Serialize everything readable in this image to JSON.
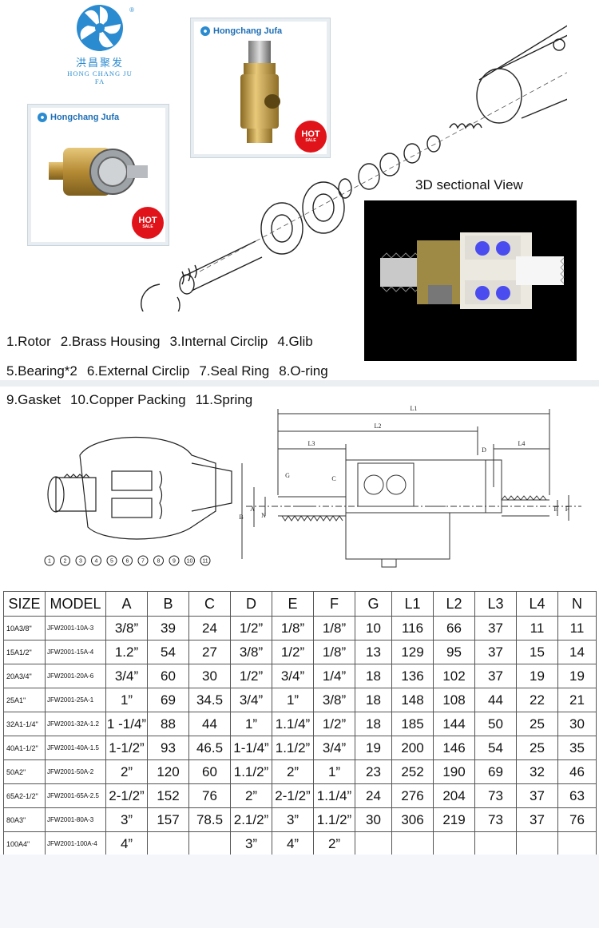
{
  "brand": {
    "logo_cn": "洪昌聚发",
    "logo_en": "HONG CHANG JU FA",
    "registered": "®",
    "card_brand": "Hongchang Jufa",
    "hot_label": "HOT",
    "hot_sub": "SALE"
  },
  "colors": {
    "brand_blue": "#2a8bd0",
    "hot_red": "#e1131a",
    "brass": "#c9a24a"
  },
  "parts": {
    "line1": [
      "1.Rotor",
      "2.Brass Housing",
      "3.Internal Circlip",
      "4.Glib"
    ],
    "line2": [
      "5.Bearing*2",
      "6.External Circlip",
      "7.Seal Ring",
      "8.O-ring"
    ],
    "line3": [
      "9.Gasket",
      "10.Copper Packing",
      "11.Spring"
    ]
  },
  "section_title": "3D sectional View",
  "drawing": {
    "dims": [
      "L1",
      "L2",
      "L3",
      "L4",
      "D",
      "G",
      "C",
      "B",
      "A",
      "N",
      "E",
      "F"
    ],
    "callouts": [
      "1",
      "2",
      "3",
      "4",
      "5",
      "6",
      "7",
      "8",
      "9",
      "10",
      "11"
    ]
  },
  "table": {
    "headers": [
      "SIZE",
      "MODEL",
      "A",
      "B",
      "C",
      "D",
      "E",
      "F",
      "G",
      "L1",
      "L2",
      "L3",
      "L4",
      "N"
    ],
    "rows": [
      [
        "10A3/8\"",
        "JFW2001-10A-3",
        "3/8”",
        "39",
        "24",
        "1/2”",
        "1/8”",
        "1/8”",
        "10",
        "116",
        "66",
        "37",
        "11",
        "11"
      ],
      [
        "15A1/2\"",
        "JFW2001-15A-4",
        "1.2”",
        "54",
        "27",
        "3/8”",
        "1/2”",
        "1/8”",
        "13",
        "129",
        "95",
        "37",
        "15",
        "14"
      ],
      [
        "20A3/4\"",
        "JFW2001-20A-6",
        "3/4”",
        "60",
        "30",
        "1/2”",
        "3/4”",
        "1/4”",
        "18",
        "136",
        "102",
        "37",
        "19",
        "19"
      ],
      [
        "25A1\"",
        "JFW2001-25A-1",
        "1”",
        "69",
        "34.5",
        "3/4”",
        "1”",
        "3/8”",
        "18",
        "148",
        "108",
        "44",
        "22",
        "21"
      ],
      [
        "32A1-1/4\"",
        "JFW2001-32A-1.2",
        "1 -1/4”",
        "88",
        "44",
        "1”",
        "1.1/4”",
        "1/2”",
        "18",
        "185",
        "144",
        "50",
        "25",
        "30"
      ],
      [
        "40A1-1/2\"",
        "JFW2001-40A-1.5",
        "1-1/2”",
        "93",
        "46.5",
        "1-1/4”",
        "1.1/2”",
        "3/4”",
        "19",
        "200",
        "146",
        "54",
        "25",
        "35"
      ],
      [
        "50A2\"",
        "JFW2001-50A-2",
        "2”",
        "120",
        "60",
        "1.1/2”",
        "2”",
        "1”",
        "23",
        "252",
        "190",
        "69",
        "32",
        "46"
      ],
      [
        "65A2-1/2\"",
        "JFW2001-65A-2.5",
        "2-1/2”",
        "152",
        "76",
        "2”",
        "2-1/2”",
        "1.1/4”",
        "24",
        "276",
        "204",
        "73",
        "37",
        "63"
      ],
      [
        "80A3\"",
        "JFW2001-80A-3",
        "3”",
        "157",
        "78.5",
        "2.1/2”",
        "3”",
        "1.1/2”",
        "30",
        "306",
        "219",
        "73",
        "37",
        "76"
      ],
      [
        "100A4\"",
        "JFW2001-100A-4",
        "4”",
        "",
        "",
        "3”",
        "4”",
        "2”",
        "",
        "",
        "",
        "",
        "",
        ""
      ]
    ]
  }
}
